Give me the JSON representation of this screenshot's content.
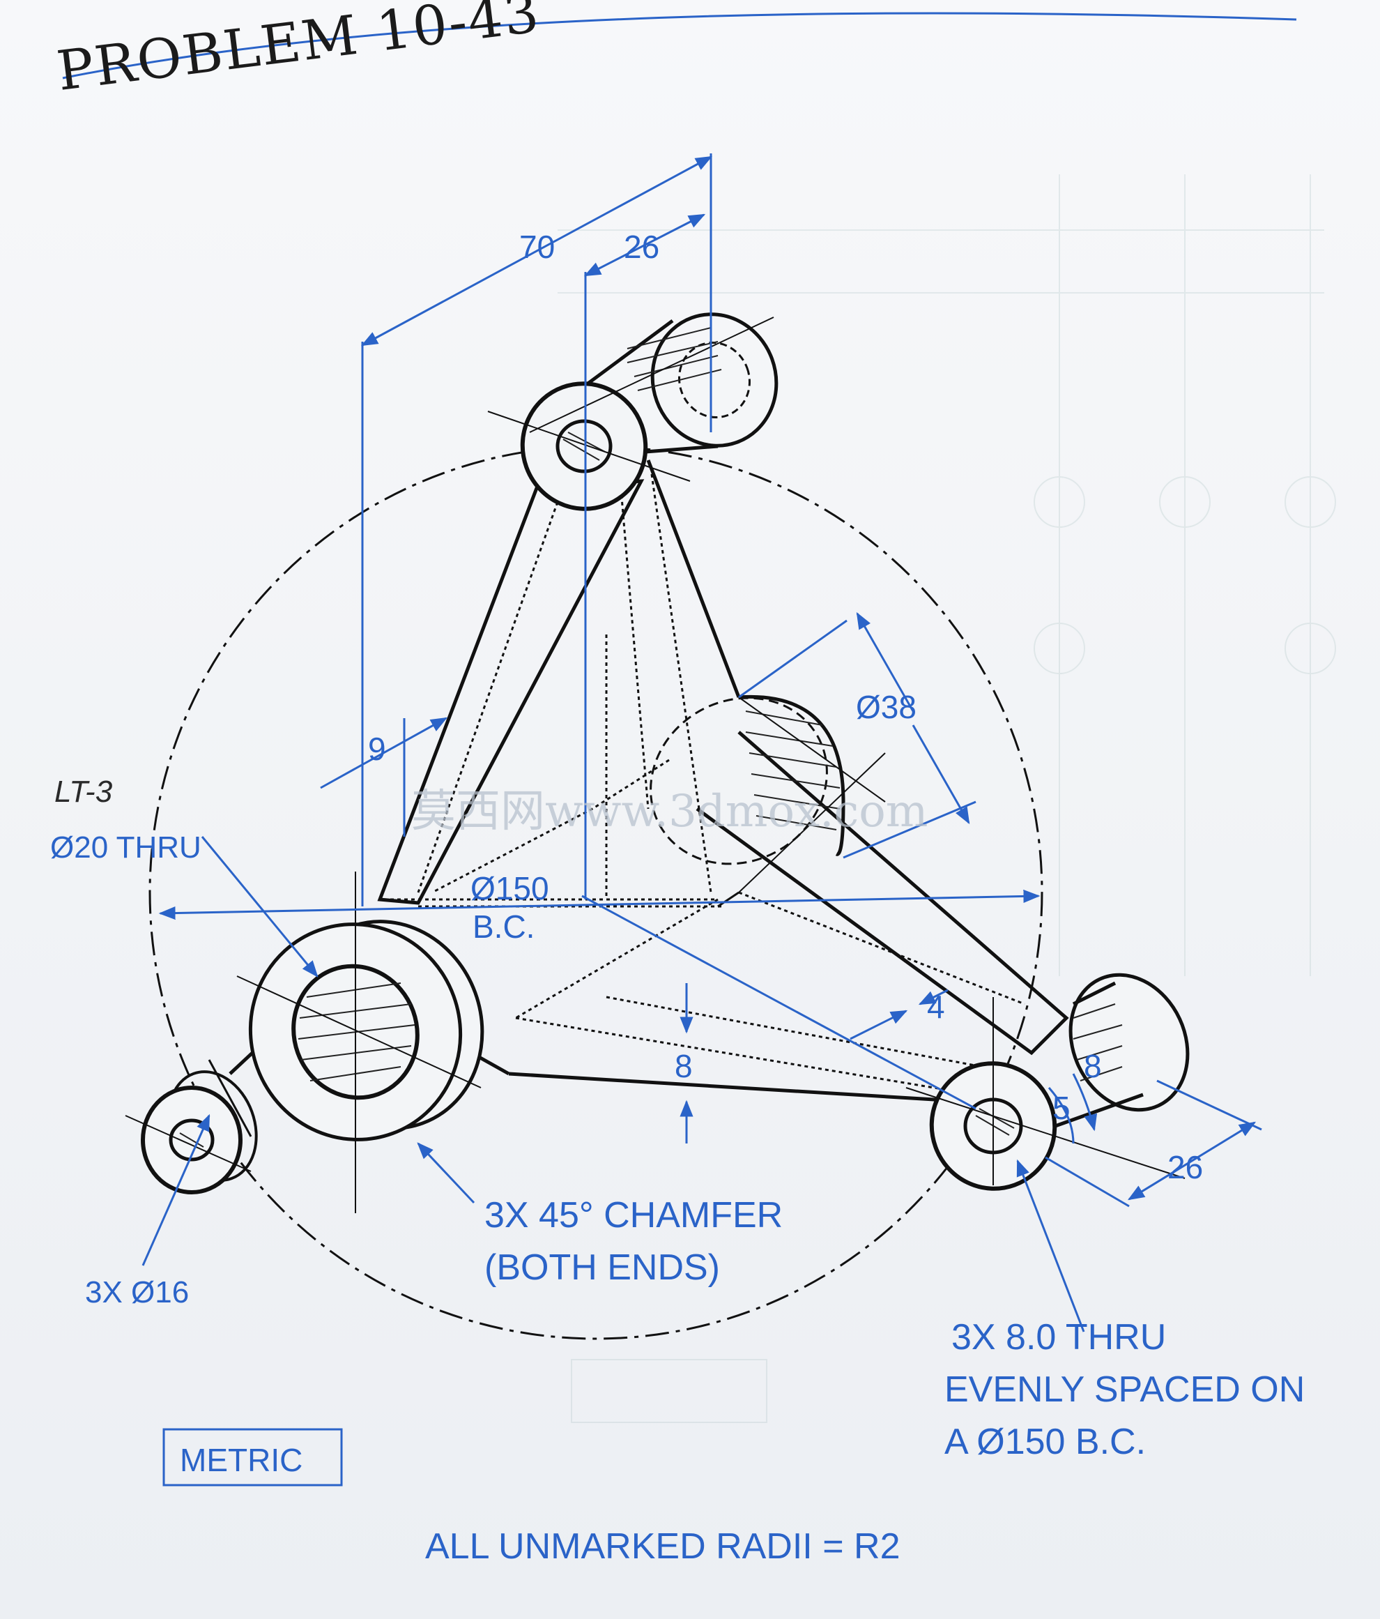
{
  "title": "PROBLEM 10-43",
  "dimensions": {
    "d70": "70",
    "d26_top": "26",
    "d9": "9",
    "d38": "Ø38",
    "d150_line1": "Ø150",
    "d150_line2": "B.C.",
    "d4": "4",
    "d8_center": "8",
    "d8_right": "8",
    "d5": "5",
    "d26_right": "26"
  },
  "notes": {
    "linetype": "LT-3",
    "thru_hole": "Ø20 THRU",
    "chamfer_line1": "3X 45° CHAMFER",
    "chamfer_line2": "(BOTH ENDS)",
    "bosses": "3X Ø16",
    "holes_line1": "3X 8.0 THRU",
    "holes_line2": "EVENLY SPACED ON",
    "holes_line3": "A Ø150 B.C.",
    "metric": "METRIC",
    "radii": "ALL UNMARKED RADII = R2"
  },
  "watermark": "莫西网www.3dmox.com",
  "colors": {
    "dimension": "#2a63c8",
    "ink": "#111111",
    "paper": "#f3f5f7"
  }
}
